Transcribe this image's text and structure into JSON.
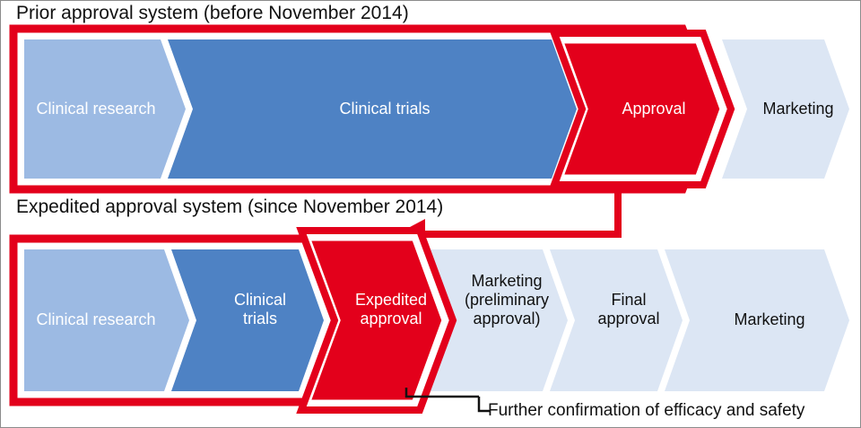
{
  "figure": {
    "background_color": "#ffffff",
    "frame_color": "#8c8c8c"
  },
  "colors": {
    "light_blue": "#9cbae3",
    "mid_blue": "#4e82c4",
    "pale_blue": "#dce6f4",
    "red": "#e3001b",
    "white": "#ffffff",
    "text_dark": "#111111",
    "text_light": "#ffffff"
  },
  "sections": [
    {
      "id": "prior",
      "title": "Prior approval system (before November 2014)",
      "highlight_box": true,
      "steps": [
        {
          "label": "Clinical research",
          "fill": "light_blue",
          "text": "light",
          "highlighted": false
        },
        {
          "label": "Clinical trials",
          "fill": "mid_blue",
          "text": "light",
          "highlighted": false
        },
        {
          "label": "Approval",
          "fill": "red",
          "text": "light",
          "highlighted": true
        },
        {
          "label": "Marketing",
          "fill": "pale_blue",
          "text": "dark",
          "highlighted": false
        }
      ]
    },
    {
      "id": "expedited",
      "title": "Expedited approval system (since November 2014)",
      "highlight_box": true,
      "steps": [
        {
          "label": "Clinical research",
          "fill": "light_blue",
          "text": "light",
          "highlighted": false
        },
        {
          "label": "Clinical\ntrials",
          "fill": "mid_blue",
          "text": "light",
          "highlighted": false
        },
        {
          "label": "Expedited\napproval",
          "fill": "red",
          "text": "light",
          "highlighted": true
        },
        {
          "label": "Marketing\n(preliminary\napproval)",
          "fill": "pale_blue",
          "text": "dark",
          "highlighted": false
        },
        {
          "label": "Final\napproval",
          "fill": "pale_blue",
          "text": "dark",
          "highlighted": false
        },
        {
          "label": "Marketing",
          "fill": "pale_blue",
          "text": "dark",
          "highlighted": false
        }
      ]
    }
  ],
  "annotations": {
    "bracket_caption": "Further confirmation of efficacy and safety",
    "connector": {
      "description": "red arrow from prior approval stage down and left into expedited approval stage",
      "direction": "left"
    }
  }
}
